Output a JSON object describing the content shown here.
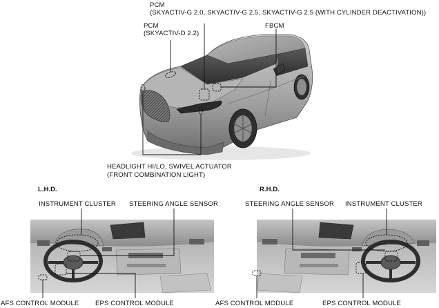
{
  "labels": {
    "pcm_g_title": "PCM",
    "pcm_g_sub": "(SKYACTIV-G 2.0, SKYACTIV-G 2.5, SKYACTIV-G 2.5 (WITH CYLINDER DEACTIVATION))",
    "pcm_d_title": "PCM",
    "pcm_d_sub": "(SKYACTIV-D 2.2)",
    "fbcm": "FBCM",
    "headlight_line1": "HEADLIGHT HI/LO, SWIVEL ACTUATOR",
    "headlight_line2": "(FRONT COMBINATION LIGHT)"
  },
  "lhd": {
    "heading": "L.H.D.",
    "instrument_cluster": "INSTRUMENT CLUSTER",
    "steering_angle_sensor": "STEERING ANGLE SENSOR",
    "afs_control_module": "AFS CONTROL MODULE",
    "eps_control_module": "EPS CONTROL MODULE"
  },
  "rhd": {
    "heading": "R.H.D.",
    "steering_angle_sensor": "STEERING ANGLE SENSOR",
    "instrument_cluster": "INSTRUMENT CLUSTER",
    "afs_control_module": "AFS CONTROL MODULE",
    "eps_control_module": "EPS CONTROL MODULE"
  }
}
